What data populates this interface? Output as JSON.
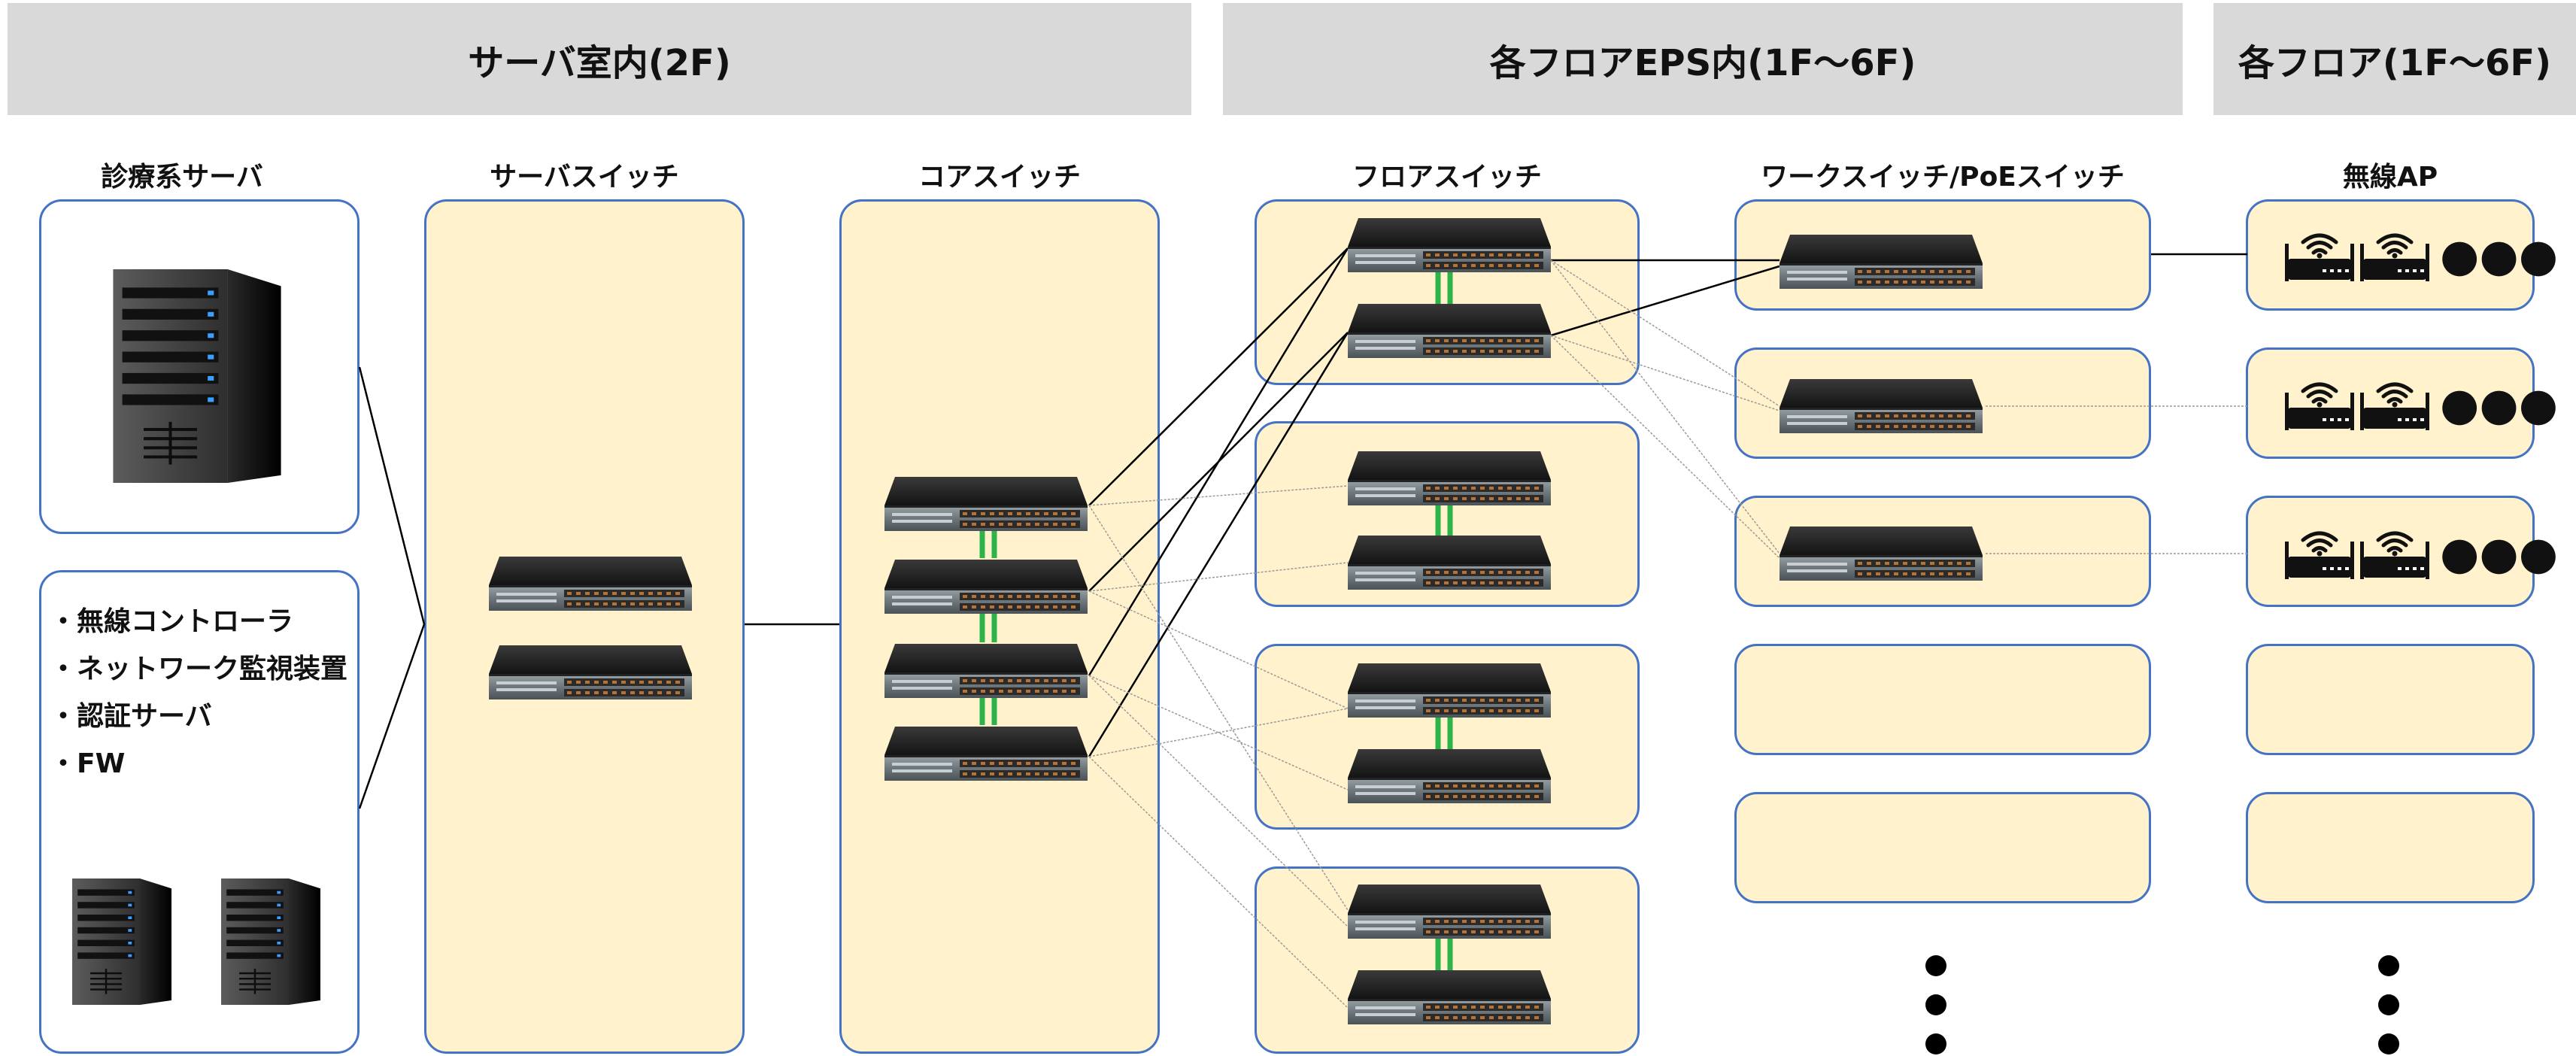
{
  "headers": {
    "server_room": "サーバ室内(2F)",
    "floor_eps": "各フロアEPS内(1F～6F)",
    "each_floor": "各フロア(1F～6F)"
  },
  "columns": {
    "clinical_servers": "診療系サーバ",
    "server_switch": "サーバスイッチ",
    "core_switch": "コアスイッチ",
    "floor_switch": "フロアスイッチ",
    "work_poe_switch": "ワークスイッチ/PoEスイッチ",
    "wireless_ap": "無線AP"
  },
  "service_list": [
    "・無線コントローラ",
    "・ネットワーク監視装置",
    "・認証サーバ",
    "・FW"
  ],
  "ap_more": "●●●",
  "icons": {
    "switch": "network-switch-icon",
    "server": "server-tower-icon",
    "ap": "wifi-router-icon"
  },
  "colors": {
    "header_bg": "#d9d9d9",
    "box_fill": "#fff2cc",
    "box_border": "#4472c4",
    "stack_link": "#2db34a"
  }
}
